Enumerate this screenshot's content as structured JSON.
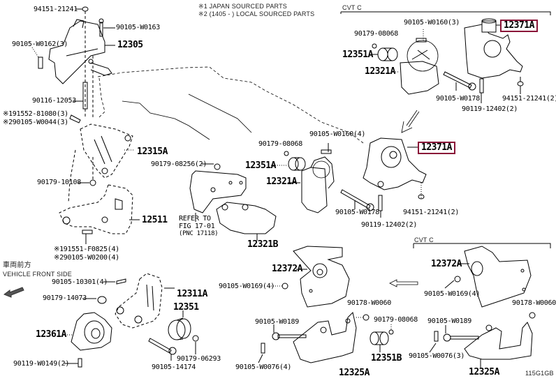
{
  "diagram": {
    "notes": {
      "note1": "※1 JAPAN SOURCED PARTS",
      "note2": "※2 (1405 -      ) LOCAL SOURCED PARTS"
    },
    "sections": {
      "cvt_top": "CVT C",
      "cvt_bottom": "CVT C"
    },
    "vehicle_front": {
      "jp": "車両前方",
      "en": "VEHICLE FRONT SIDE"
    },
    "figure_id": "115G1GB",
    "highlight_color": "#8a1538",
    "parts": {
      "p94151_top": "94151-21241",
      "p90105_W0163": "90105-W0163",
      "p90105_W0162": "90105-W0162(3)",
      "p12305": "12305",
      "p90116_12053": "90116-12053",
      "p191552": "※191552-81080(3)",
      "p290105_W0044": "※290105-W0044(3)",
      "p12315A": "12315A",
      "p90179_10108": "90179-10108",
      "p12511": "12511",
      "p191551": "※191551-F0825(4)",
      "p290105_W0200": "※290105-W0200(4)",
      "p90179_08256": "90179-08256(2)",
      "refer": [
        "REFER TO",
        "FIG 17-01",
        "(PNC 17118)"
      ],
      "p12321B": "12321B",
      "p90179_08068_mid": "90179-08068",
      "p12351A_mid": "12351A",
      "p12321A_mid": "12321A",
      "p90105_W0160_4": "90105-W0160(4)",
      "p90105_W0178_mid": "90105-W0178",
      "p90119_12402_mid": "90119-12402(2)",
      "p94151_21241_mid": "94151-21241(2)",
      "p12371A_mid": "12371A",
      "p90105_W0160_3": "90105-W0160(3)",
      "p90179_08068_top": "90179-08068",
      "p12351A_top": "12351A",
      "p12321A_top": "12321A",
      "p12371A_top": "12371A",
      "p90105_W0178_top": "90105-W0178",
      "p94151_21241_top": "94151-21241(2)",
      "p90119_12402_top": "90119-12402(2)",
      "p90105_10301": "90105-10301(4)",
      "p12311A": "12311A",
      "p90179_14073": "90179-14073",
      "p12351": "12351",
      "p12361A": "12361A",
      "p90179_06293": "90179-06293",
      "p90105_14174": "90105-14174",
      "p90119_W0149": "90119-W0149(2)",
      "p12372A_mid": "12372A",
      "p90105_W0169_mid": "90105-W0169(4)",
      "p90178_W0060_mid": "90178-W0060",
      "p90105_W0189_mid": "90105-W0189",
      "p90179_08068_bot": "90179-08068",
      "p90105_W0076_4": "90105-W0076(4)",
      "p12351B": "12351B",
      "p12325A_mid": "12325A",
      "p12372A_right": "12372A",
      "p90105_W0169_right": "90105-W0169(4)",
      "p90178_W0060_right": "90178-W0060",
      "p90105_W0189_right": "90105-W0189",
      "p90105_W0076_3": "90105-W0076(3)",
      "p12325A_right": "12325A"
    }
  }
}
